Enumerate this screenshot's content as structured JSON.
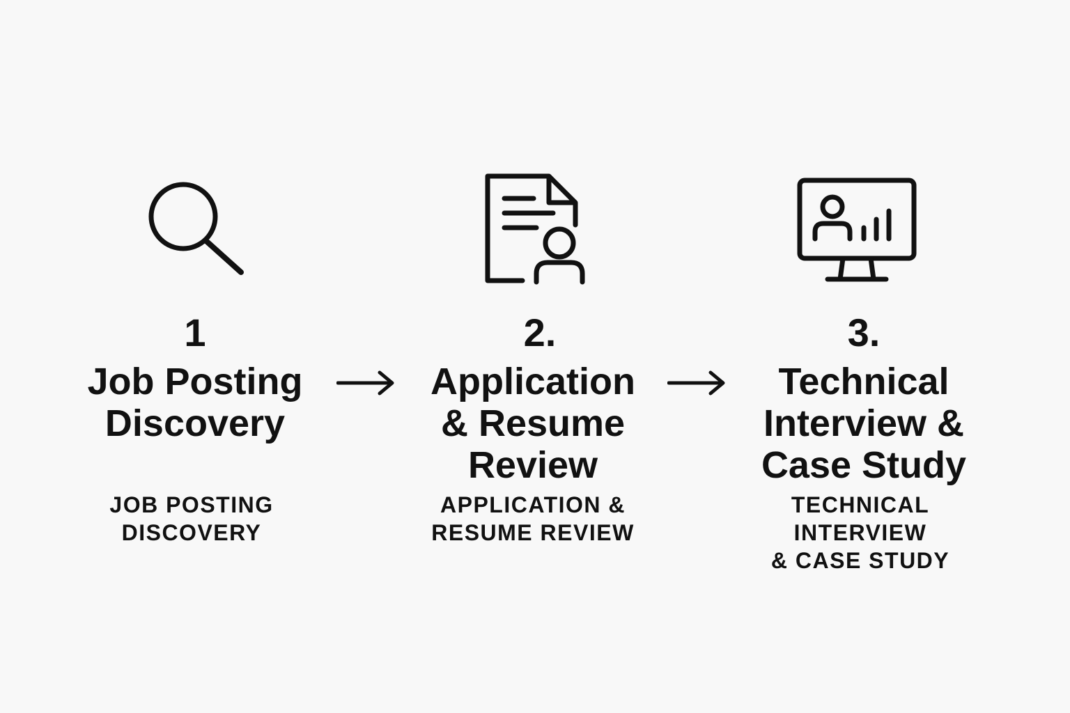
{
  "steps": [
    {
      "number": "1",
      "icon": "magnifying-glass-icon",
      "title_lines": [
        "Job Posting",
        "Discovery"
      ],
      "caption_lines": [
        "JOB POSTING",
        "DISCOVERY"
      ]
    },
    {
      "number": "2.",
      "icon": "document-with-person-icon",
      "title_lines": [
        "Application",
        "& Resume",
        "Review"
      ],
      "caption_lines": [
        "APPLICATION &",
        "RESUME REVIEW"
      ]
    },
    {
      "number": "3.",
      "icon": "monitor-with-person-chart-icon",
      "title_lines": [
        "Technical",
        "Interview &",
        "Case Study"
      ],
      "caption_lines": [
        "TECHNICAL",
        "INTERVIEW",
        "& CASE STUDY"
      ]
    }
  ],
  "connectors": [
    {
      "icon": "right-arrow-icon"
    },
    {
      "icon": "right-arrow-icon"
    }
  ],
  "colors": {
    "background": "#f8f8f8",
    "foreground": "#111111"
  }
}
